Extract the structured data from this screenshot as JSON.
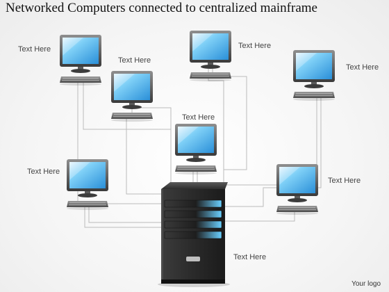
{
  "title": "Networked Computers connected to centralized mainframe",
  "logo_text": "Your logo",
  "labels": {
    "pc1": "Text Here",
    "pc2": "Text Here",
    "pc3": "Text Here",
    "pc4": "Text Here",
    "pc5": "Text Here",
    "pc6": "Text Here",
    "pc7": "Text Here",
    "mainframe": "Text Here"
  },
  "colors": {
    "screen_light": "#dff2ff",
    "screen_mid": "#5cbcef",
    "screen_dark": "#2a8fd8",
    "mainframe_body": "#2b2b2b",
    "mainframe_accent": "#6ad0ff",
    "connector_line": "#bbbbbb"
  }
}
